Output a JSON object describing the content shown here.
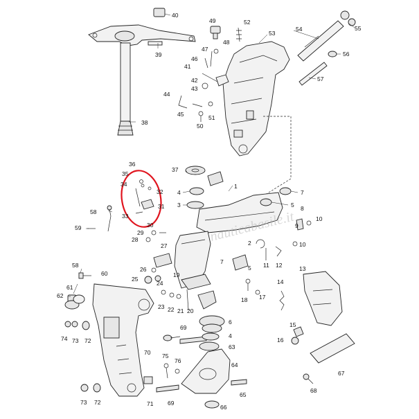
{
  "diagram": {
    "watermark": "nauticabasile.it",
    "highlight_color": "#e0141e",
    "line_color": "#222222",
    "callouts": {
      "c1": "1",
      "c2": "2",
      "c3": "3",
      "c4": "4",
      "c5": "5",
      "c6": "6",
      "c7": "7",
      "c8": "8",
      "c9": "9",
      "c10": "10",
      "c11": "11",
      "c12": "12",
      "c13": "13",
      "c14": "14",
      "c15": "15",
      "c16": "16",
      "c17": "17",
      "c18": "18",
      "c19": "19",
      "c20": "20",
      "c21": "21",
      "c22": "22",
      "c23": "23",
      "c24": "24",
      "c25": "25",
      "c26": "26",
      "c27": "27",
      "c28": "28",
      "c29": "29",
      "c30": "30",
      "c31": "31",
      "c32": "32",
      "c33": "33",
      "c34": "34",
      "c35": "35",
      "c36": "36",
      "c37": "37",
      "c38": "38",
      "c39": "39",
      "c40": "40",
      "c41": "41",
      "c42": "42",
      "c43": "43",
      "c44": "44",
      "c45": "45",
      "c46": "46",
      "c47": "47",
      "c48": "48",
      "c49": "49",
      "c50": "50",
      "c51": "51",
      "c52": "52",
      "c53": "53",
      "c54": "54",
      "c55": "55",
      "c56": "56",
      "c57": "57",
      "c58": "58",
      "c59": "59",
      "c60": "60",
      "c61": "61",
      "c62": "62",
      "c63": "63",
      "c64": "64",
      "c65": "65",
      "c66": "66",
      "c67": "67",
      "c68": "68",
      "c69": "69",
      "c70": "70",
      "c71": "71",
      "c72": "72",
      "c73": "73",
      "c74": "74",
      "c75": "75",
      "c76": "76"
    }
  }
}
